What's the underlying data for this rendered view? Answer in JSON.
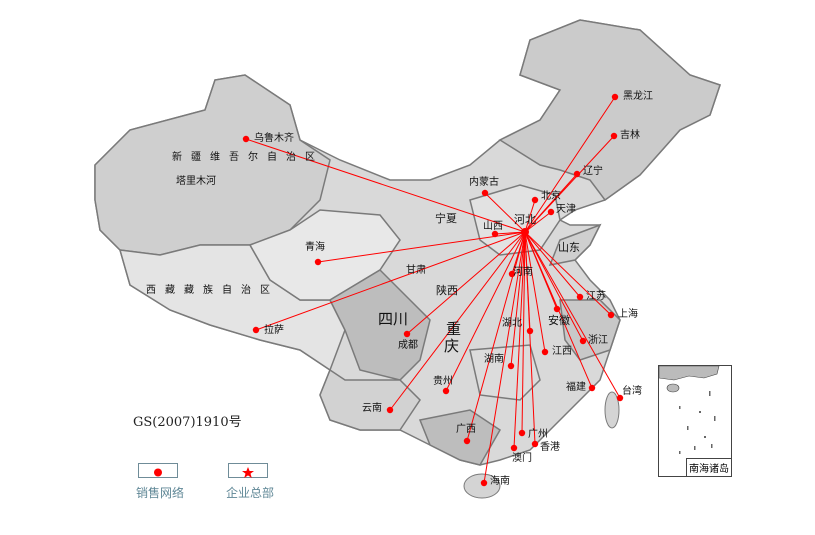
{
  "map": {
    "region_labels": [
      "新疆维吾尔自治区",
      "塔里木河",
      "西藏藏族自治区",
      "宁夏",
      "甘肃",
      "陕西",
      "四川",
      "重",
      "庆",
      "山东",
      "湖北",
      "湖南",
      "安徽",
      "河北",
      "河南"
    ],
    "sales_points": [
      "乌鲁木齐",
      "青海",
      "拉萨",
      "成都",
      "贵州",
      "云南",
      "广西",
      "海南",
      "澳门",
      "广州",
      "香港",
      "江西",
      "江苏",
      "上海",
      "浙江",
      "福建",
      "台湾",
      "北京",
      "天津",
      "山西",
      "内蒙古",
      "辽宁",
      "吉林",
      "黑龙江"
    ],
    "headquarters": "河北",
    "approval_number": "GS(2007)1910号",
    "inset_label": "南海诸岛",
    "colors": {
      "line": "#ff0000",
      "dot": "#ff0000",
      "land": "#d4d4d4",
      "border": "#808080"
    }
  },
  "legend": {
    "sales_network": "销售网络",
    "headquarters": "企业总部"
  }
}
